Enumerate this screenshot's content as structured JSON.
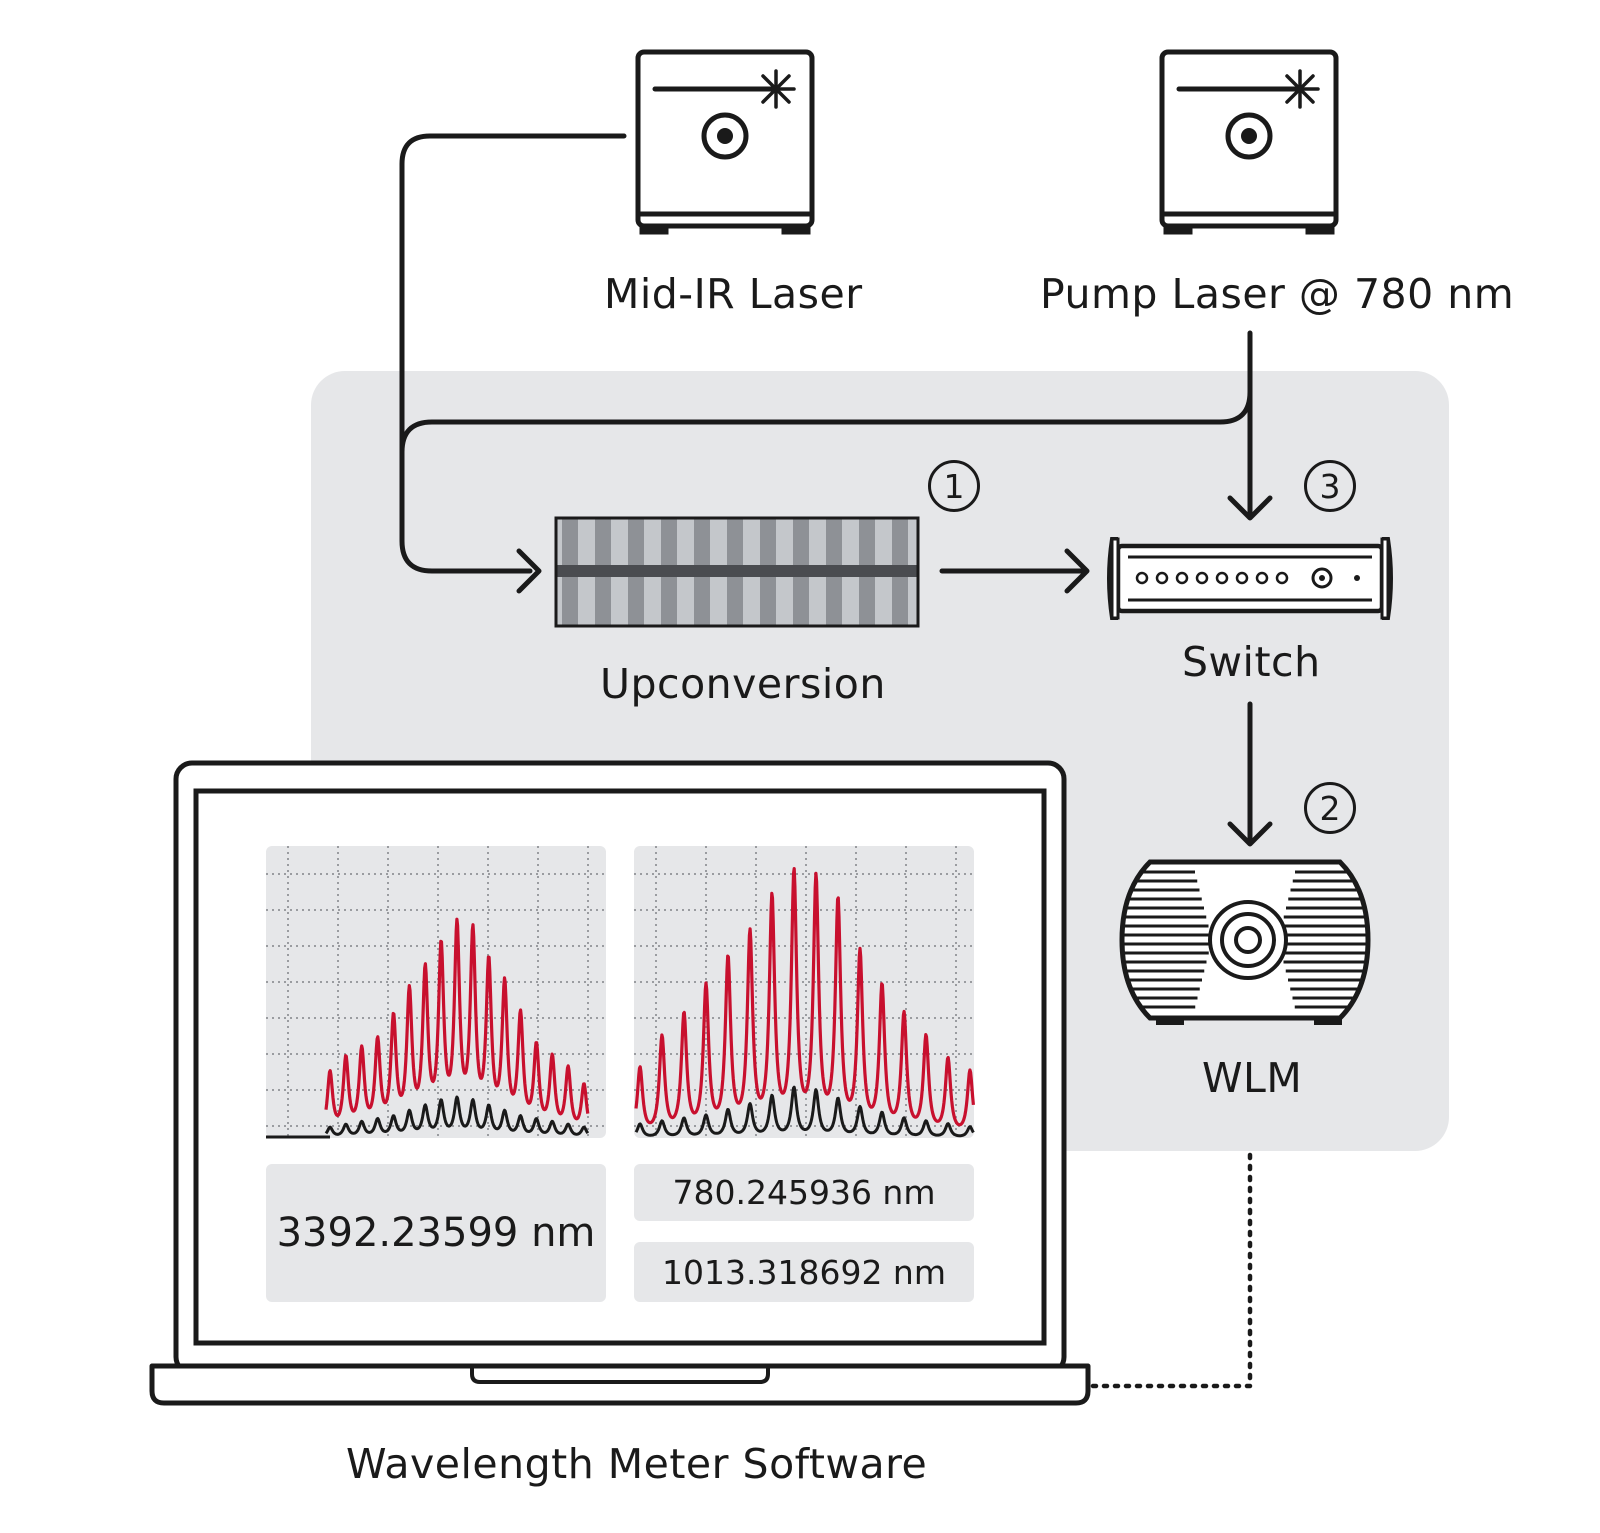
{
  "labels": {
    "mid_ir_laser": "Mid-IR Laser",
    "pump_laser": "Pump Laser @ 780 nm",
    "upconversion": "Upconversion",
    "switch": "Switch",
    "wlm": "WLM",
    "software": "Wavelength Meter Software"
  },
  "steps": [
    "1",
    "2",
    "3"
  ],
  "readouts": {
    "mid_ir": "3392.23599 nm",
    "pump": "780.245936 nm",
    "upconverted": "1013.318692 nm"
  },
  "colors": {
    "stroke": "#1a1a1a",
    "panel": "#e6e7e9",
    "spectrum_red": "#c8102e",
    "grating_dark": "#8e9196",
    "grating_light": "#c4c7cb"
  },
  "chart_data": [
    {
      "type": "line",
      "series": [
        {
          "peaks": [
            0.25,
            0.3,
            0.33,
            0.36,
            0.45,
            0.55,
            0.63,
            0.72,
            0.8,
            0.78,
            0.66,
            0.58,
            0.46,
            0.34,
            0.3,
            0.26,
            0.2
          ]
        },
        {
          "peaks": [
            0.04,
            0.05,
            0.06,
            0.07,
            0.08,
            0.1,
            0.12,
            0.14,
            0.15,
            0.14,
            0.12,
            0.1,
            0.08,
            0.07,
            0.06,
            0.05,
            0.04
          ]
        }
      ]
    },
    {
      "type": "line",
      "series": [
        {
          "peaks": [
            0.25,
            0.36,
            0.44,
            0.54,
            0.64,
            0.73,
            0.86,
            0.95,
            0.93,
            0.85,
            0.66,
            0.54,
            0.44,
            0.36,
            0.28,
            0.24
          ]
        },
        {
          "peaks": [
            0.05,
            0.06,
            0.07,
            0.08,
            0.1,
            0.12,
            0.15,
            0.18,
            0.17,
            0.14,
            0.11,
            0.09,
            0.07,
            0.06,
            0.05,
            0.04
          ]
        }
      ]
    }
  ]
}
